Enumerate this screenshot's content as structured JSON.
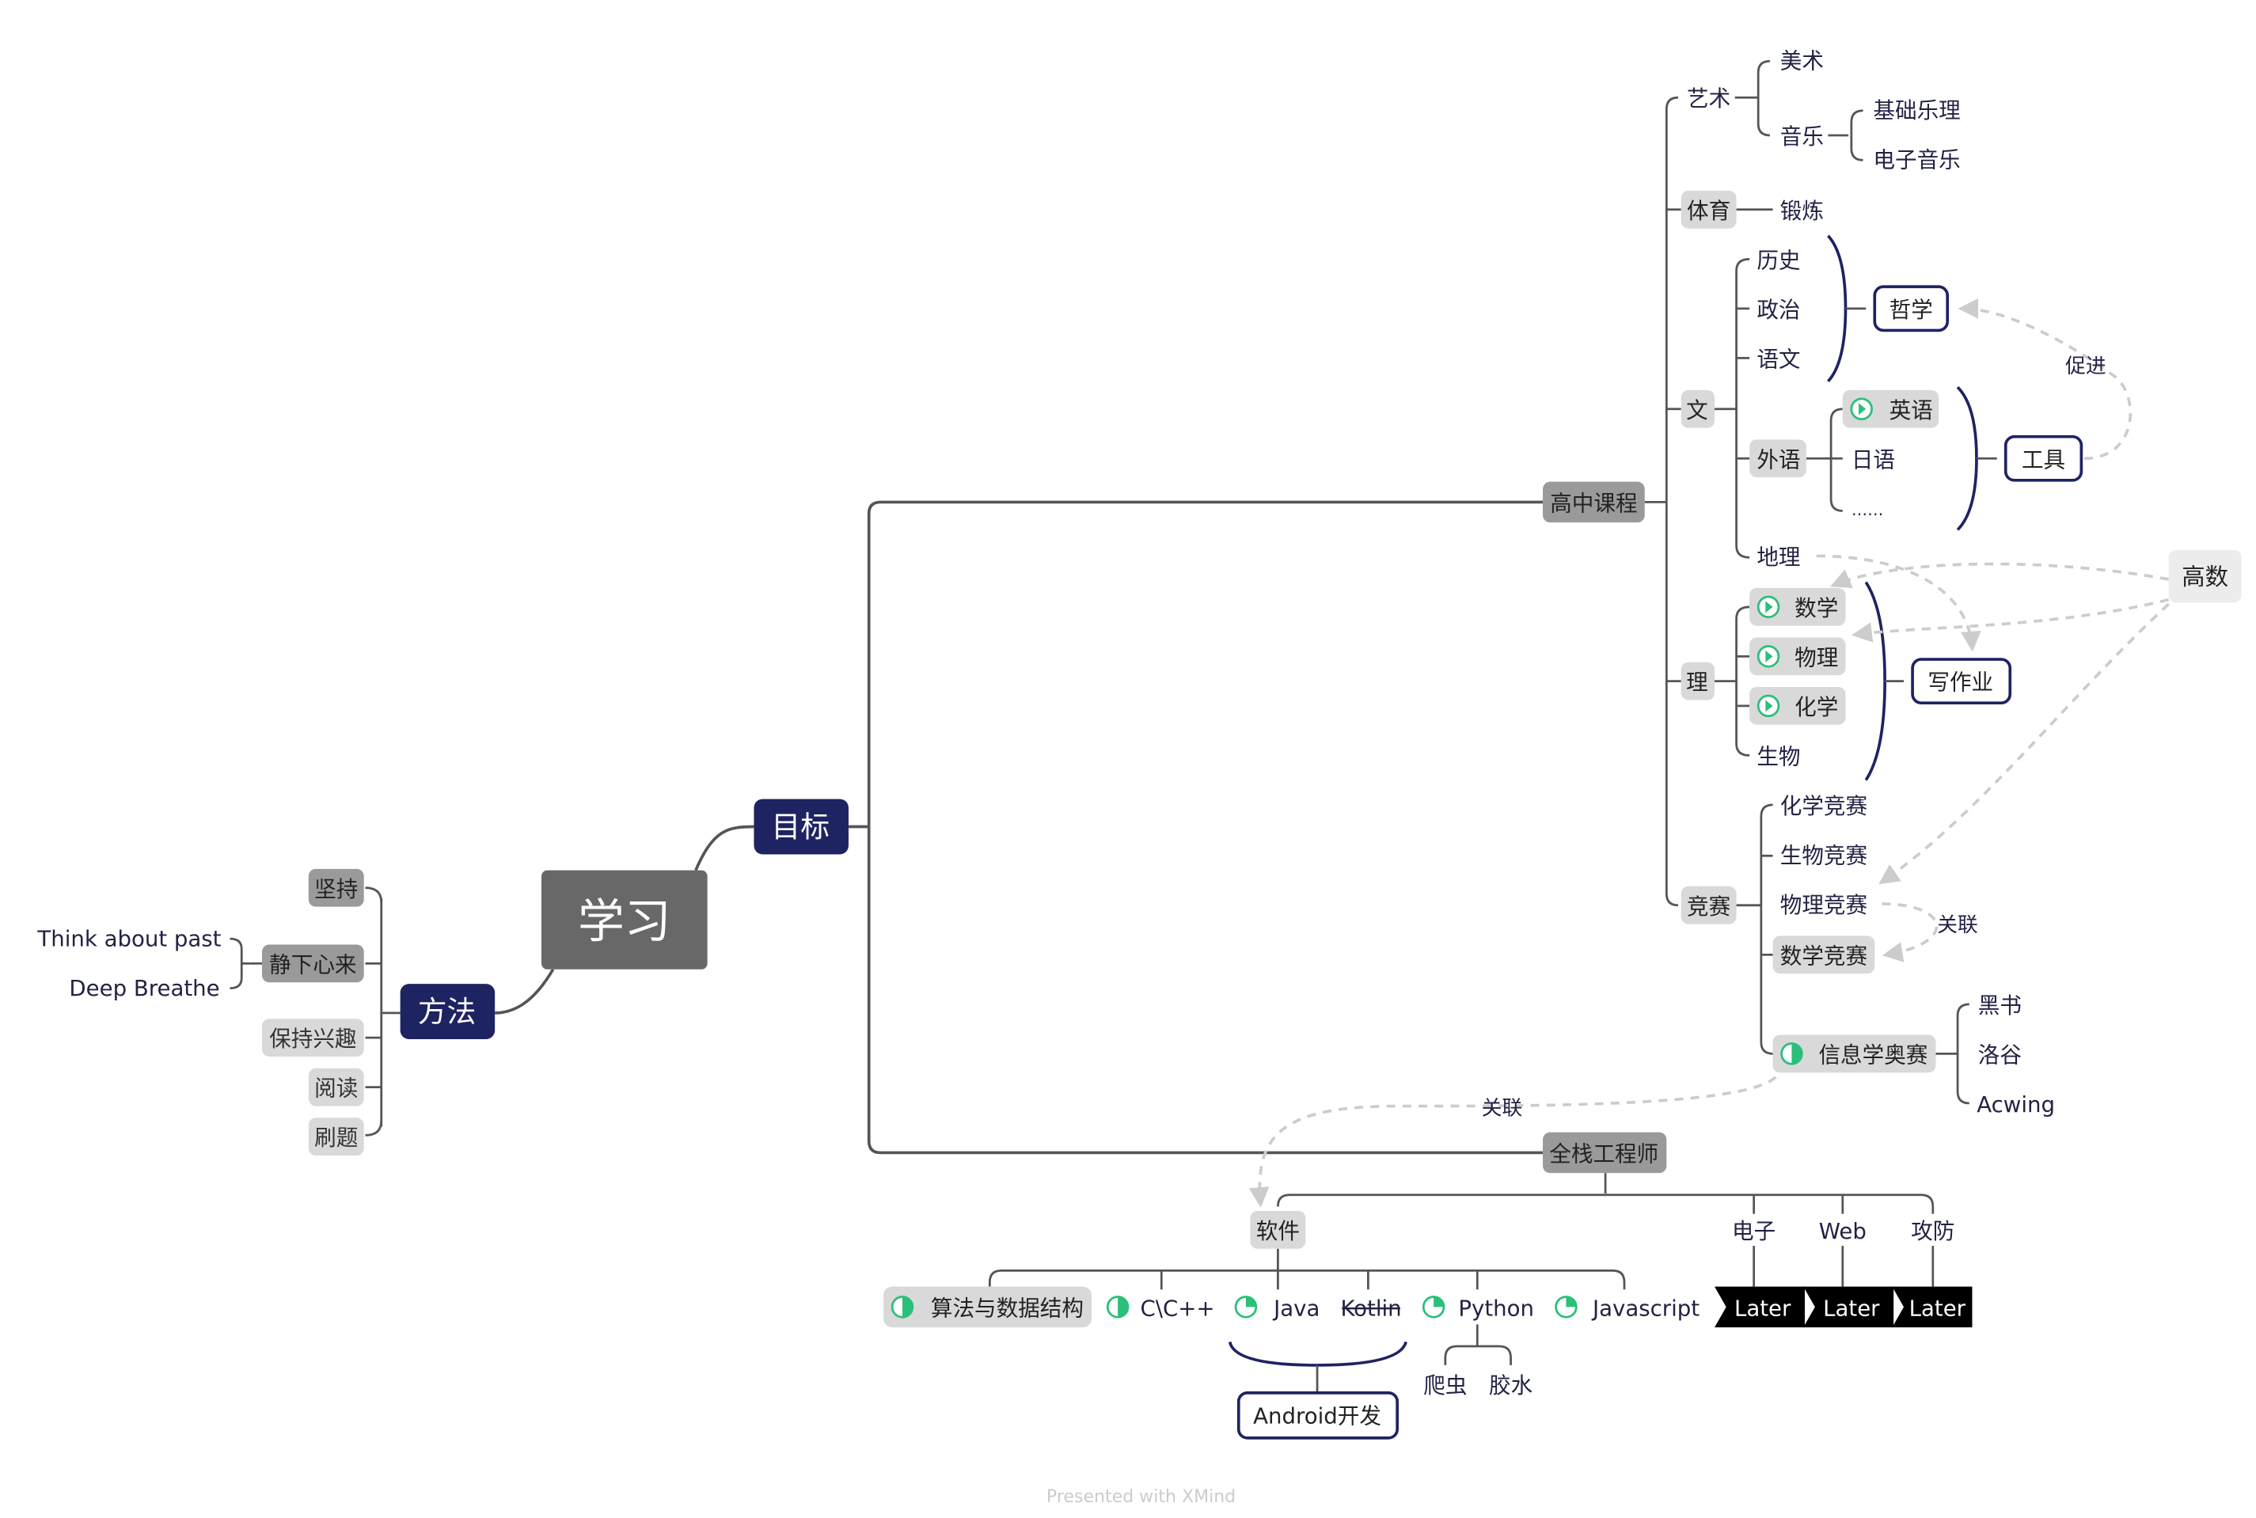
{
  "map": {
    "central": "学习",
    "goal": "目标",
    "method": "方法",
    "footer": "Presented with XMind",
    "method_items": [
      "坚持",
      "静下心来",
      "保持兴趣",
      "阅读",
      "刷题"
    ],
    "calm_items": [
      "Think about past",
      "Deep Breathe"
    ],
    "high_school": "高中课程",
    "subjects": {
      "art": "艺术",
      "fine_art": "美术",
      "music": "音乐",
      "music_items": [
        "基础乐理",
        "电子音乐"
      ],
      "pe": "体育",
      "exercise": "锻炼",
      "liberal": "文",
      "history": "历史",
      "politics": "政治",
      "chinese": "语文",
      "philosophy": "哲学",
      "foreign": "外语",
      "english": "英语",
      "japanese": "日语",
      "ellipsis": "……",
      "tools": "工具",
      "geography": "地理",
      "science": "理",
      "math": "数学",
      "physics": "物理",
      "chemistry": "化学",
      "biology": "生物",
      "homework": "写作业",
      "comp": "竞赛",
      "comp_chem": "化学竞赛",
      "comp_bio": "生物竞赛",
      "comp_phys": "物理竞赛",
      "comp_math": "数学竞赛",
      "olympiad": "信息学奥赛",
      "olympiad_items": [
        "黑书",
        "洛谷",
        "Acwing"
      ],
      "advanced_math": "高数"
    },
    "relations": {
      "promote": "促进",
      "link1": "关联",
      "link2": "关联"
    },
    "fullstack": {
      "title": "全栈工程师",
      "software": "软件",
      "electronics": "电子",
      "web": "Web",
      "security": "攻防",
      "later": "Later",
      "algo": "算法与数据结构",
      "cpp": "C\\C++",
      "java": "Java",
      "kotlin": "Kotlin",
      "python": "Python",
      "js": "Javascript",
      "android": "Android开发",
      "crawler": "爬虫",
      "glue": "胶水"
    }
  },
  "colors": {
    "navy": "#1e2362",
    "central_bg": "#686868",
    "topic_gray": "#9a9a9a",
    "light_gray": "#d9d9d9",
    "line": "#555555",
    "dashed": "#cccccc",
    "green": "#2bbf7a",
    "text": "#222244"
  }
}
